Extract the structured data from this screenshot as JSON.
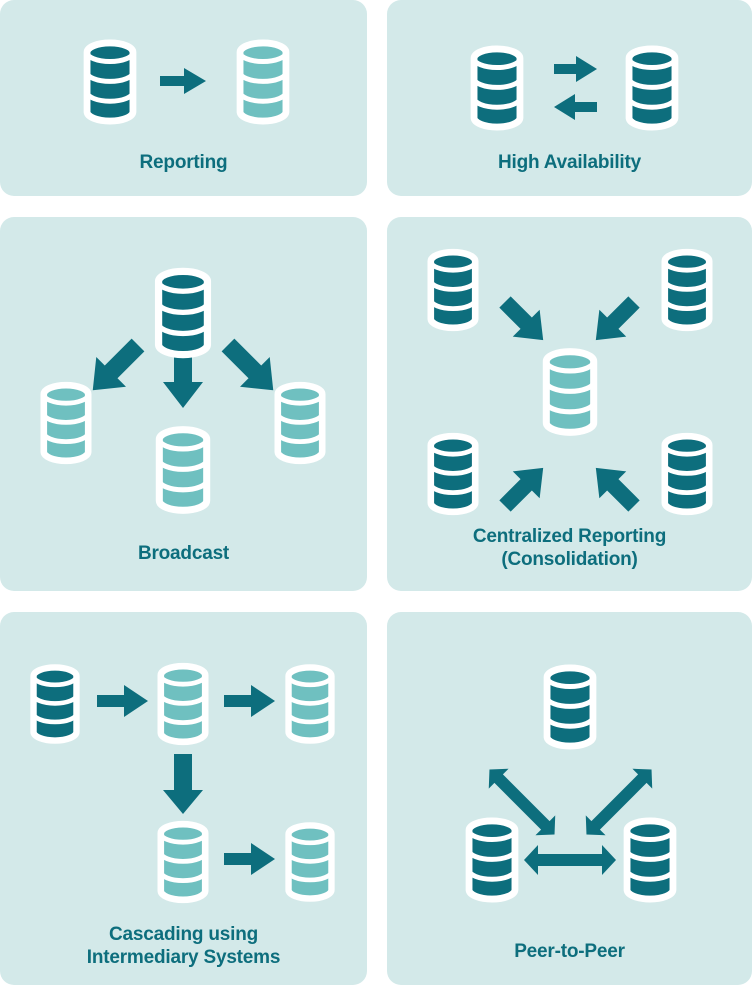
{
  "page": {
    "background": "#ffffff",
    "panel_background": "#d3e9e9",
    "colors": {
      "primary_dark_teal": "#0d6e7d",
      "light_teal": "#6fc0c0",
      "outline_white": "#ffffff",
      "arrow_teal": "#0d6e7d",
      "title_teal": "#0d6e7d"
    }
  },
  "diagram": {
    "type": "replication-topology-grid",
    "columns": 2,
    "rows": 3,
    "panels": [
      {
        "id": "reporting",
        "title": "Reporting",
        "icon_name": "database-cylinder-icon",
        "nodes": [
          {
            "name": "source-database",
            "shade": "dark"
          },
          {
            "name": "target-database",
            "shade": "light"
          }
        ],
        "arrows": [
          {
            "name": "arrow-source-to-target",
            "direction": "right",
            "style": "single"
          }
        ]
      },
      {
        "id": "high-availability",
        "title": "High Availability",
        "icon_name": "database-cylinder-icon",
        "nodes": [
          {
            "name": "primary-database",
            "shade": "dark"
          },
          {
            "name": "standby-database",
            "shade": "dark"
          }
        ],
        "arrows": [
          {
            "name": "arrow-primary-to-standby",
            "direction": "right",
            "style": "single"
          },
          {
            "name": "arrow-standby-to-primary",
            "direction": "left",
            "style": "single"
          }
        ]
      },
      {
        "id": "broadcast",
        "title": "Broadcast",
        "icon_name": "database-cylinder-icon",
        "nodes": [
          {
            "name": "source-database",
            "shade": "dark"
          },
          {
            "name": "target-database-left",
            "shade": "light"
          },
          {
            "name": "target-database-center",
            "shade": "light"
          },
          {
            "name": "target-database-right",
            "shade": "light"
          }
        ],
        "arrows": [
          {
            "name": "arrow-source-to-left",
            "direction": "down-left",
            "style": "single"
          },
          {
            "name": "arrow-source-to-center",
            "direction": "down",
            "style": "single"
          },
          {
            "name": "arrow-source-to-right",
            "direction": "down-right",
            "style": "single"
          }
        ]
      },
      {
        "id": "centralized-reporting",
        "title": "Centralized Reporting\n(Consolidation)",
        "icon_name": "database-cylinder-icon",
        "nodes": [
          {
            "name": "source-database-top-left",
            "shade": "dark"
          },
          {
            "name": "source-database-top-right",
            "shade": "dark"
          },
          {
            "name": "source-database-bottom-left",
            "shade": "dark"
          },
          {
            "name": "source-database-bottom-right",
            "shade": "dark"
          },
          {
            "name": "consolidated-database-center",
            "shade": "light"
          }
        ],
        "arrows": [
          {
            "name": "arrow-top-left-to-center",
            "direction": "down-right",
            "style": "single"
          },
          {
            "name": "arrow-top-right-to-center",
            "direction": "down-left",
            "style": "single"
          },
          {
            "name": "arrow-bottom-left-to-center",
            "direction": "up-right",
            "style": "single"
          },
          {
            "name": "arrow-bottom-right-to-center",
            "direction": "up-left",
            "style": "single"
          }
        ]
      },
      {
        "id": "cascading",
        "title": "Cascading using\nIntermediary Systems",
        "icon_name": "database-cylinder-icon",
        "nodes": [
          {
            "name": "source-database",
            "shade": "dark"
          },
          {
            "name": "intermediary-database",
            "shade": "light"
          },
          {
            "name": "target-database-top-right",
            "shade": "light"
          },
          {
            "name": "intermediary-database-lower",
            "shade": "light"
          },
          {
            "name": "target-database-bottom-right",
            "shade": "light"
          }
        ],
        "arrows": [
          {
            "name": "arrow-source-to-intermediary",
            "direction": "right",
            "style": "single"
          },
          {
            "name": "arrow-intermediary-to-target-top",
            "direction": "right",
            "style": "single"
          },
          {
            "name": "arrow-intermediary-to-lower",
            "direction": "down",
            "style": "single"
          },
          {
            "name": "arrow-lower-to-target-bottom",
            "direction": "right",
            "style": "single"
          }
        ]
      },
      {
        "id": "peer-to-peer",
        "title": "Peer-to-Peer",
        "icon_name": "database-cylinder-icon",
        "nodes": [
          {
            "name": "peer-database-top",
            "shade": "dark"
          },
          {
            "name": "peer-database-bottom-left",
            "shade": "dark"
          },
          {
            "name": "peer-database-bottom-right",
            "shade": "dark"
          }
        ],
        "arrows": [
          {
            "name": "arrow-top-to-bottom-left",
            "direction": "diagonal",
            "style": "double"
          },
          {
            "name": "arrow-top-to-bottom-right",
            "direction": "diagonal",
            "style": "double"
          },
          {
            "name": "arrow-bottom-left-to-bottom-right",
            "direction": "horizontal",
            "style": "double"
          }
        ]
      }
    ]
  }
}
